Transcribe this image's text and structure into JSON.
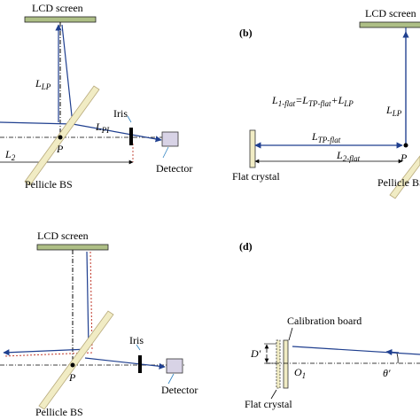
{
  "panel_a": {
    "lcd": "LCD screen",
    "l_lp_main": "L",
    "l_lp_sub": "LP",
    "l_pi_main": "L",
    "l_pi_sub": "PI",
    "iris": "Iris",
    "p": "P",
    "l2_main": "L",
    "l2_sub": "2",
    "bs": "Pellicle BS",
    "detector": "Detector"
  },
  "panel_b": {
    "tag": "(b)",
    "lcd": "LCD screen",
    "eq_l1": "L",
    "eq_l1_sub": "1-flat",
    "eq_eq": "=",
    "eq_tp": "L",
    "eq_tp_sub": "TP-flat",
    "eq_plus": "+",
    "eq_lp": "L",
    "eq_lp_sub": "LP",
    "l_lp_main": "L",
    "l_lp_sub": "LP",
    "l_tp_main": "L",
    "l_tp_sub": "TP-flat",
    "l2_main": "L",
    "l2_sub": "2-flat",
    "p": "P",
    "flat": "Flat crystal",
    "bs": "Pellicle BS"
  },
  "panel_c": {
    "lcd": "LCD screen",
    "iris": "Iris",
    "p": "P",
    "bs": "Pellicle BS",
    "detector": "Detector"
  },
  "panel_d": {
    "tag": "(d)",
    "calib": "Calibration board",
    "d_prime": "D′",
    "o1_main": "O",
    "o1_sub": "1",
    "theta": "θ′",
    "flat": "Flat crystal"
  },
  "colors": {
    "beam": "#1f3f8f",
    "red_dash": "#c0392b",
    "bs_fill": "#f1ecc4",
    "bs_stroke": "#b7a97a",
    "lcd_fill": "#aebf86",
    "detector_fill": "#d8d3e6"
  }
}
